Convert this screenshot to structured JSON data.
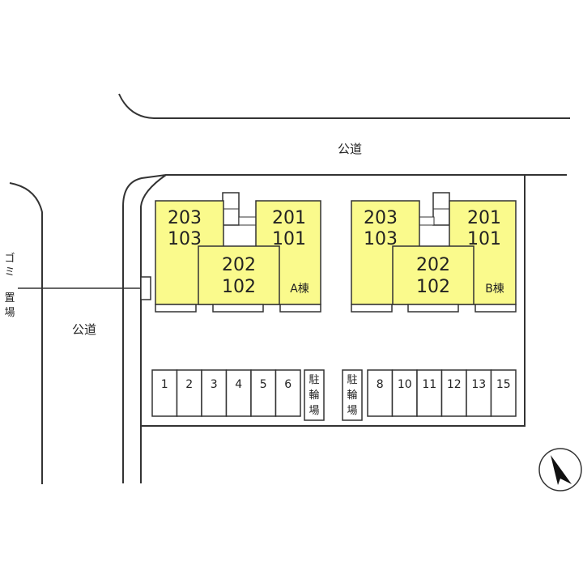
{
  "roads": {
    "top": "公道",
    "left": "公道"
  },
  "garbage_label": [
    "ゴ",
    "ミ",
    "置",
    "場"
  ],
  "building_a": {
    "name": "A棟",
    "left_unit": [
      "203",
      "103"
    ],
    "right_unit": [
      "201",
      "101"
    ],
    "center_unit": [
      "202",
      "102"
    ]
  },
  "building_b": {
    "name": "B棟",
    "left_unit": [
      "203",
      "103"
    ],
    "right_unit": [
      "201",
      "101"
    ],
    "center_unit": [
      "202",
      "102"
    ]
  },
  "parking_left": [
    "1",
    "2",
    "3",
    "4",
    "5",
    "6"
  ],
  "parking_right": [
    "8",
    "10",
    "11",
    "12",
    "13",
    "15"
  ],
  "bike_parking": [
    "駐",
    "輪",
    "場"
  ],
  "colors": {
    "building_fill": "#fafa8c",
    "line": "#333333"
  },
  "icons": {
    "north_arrow": "north-arrow-icon"
  }
}
